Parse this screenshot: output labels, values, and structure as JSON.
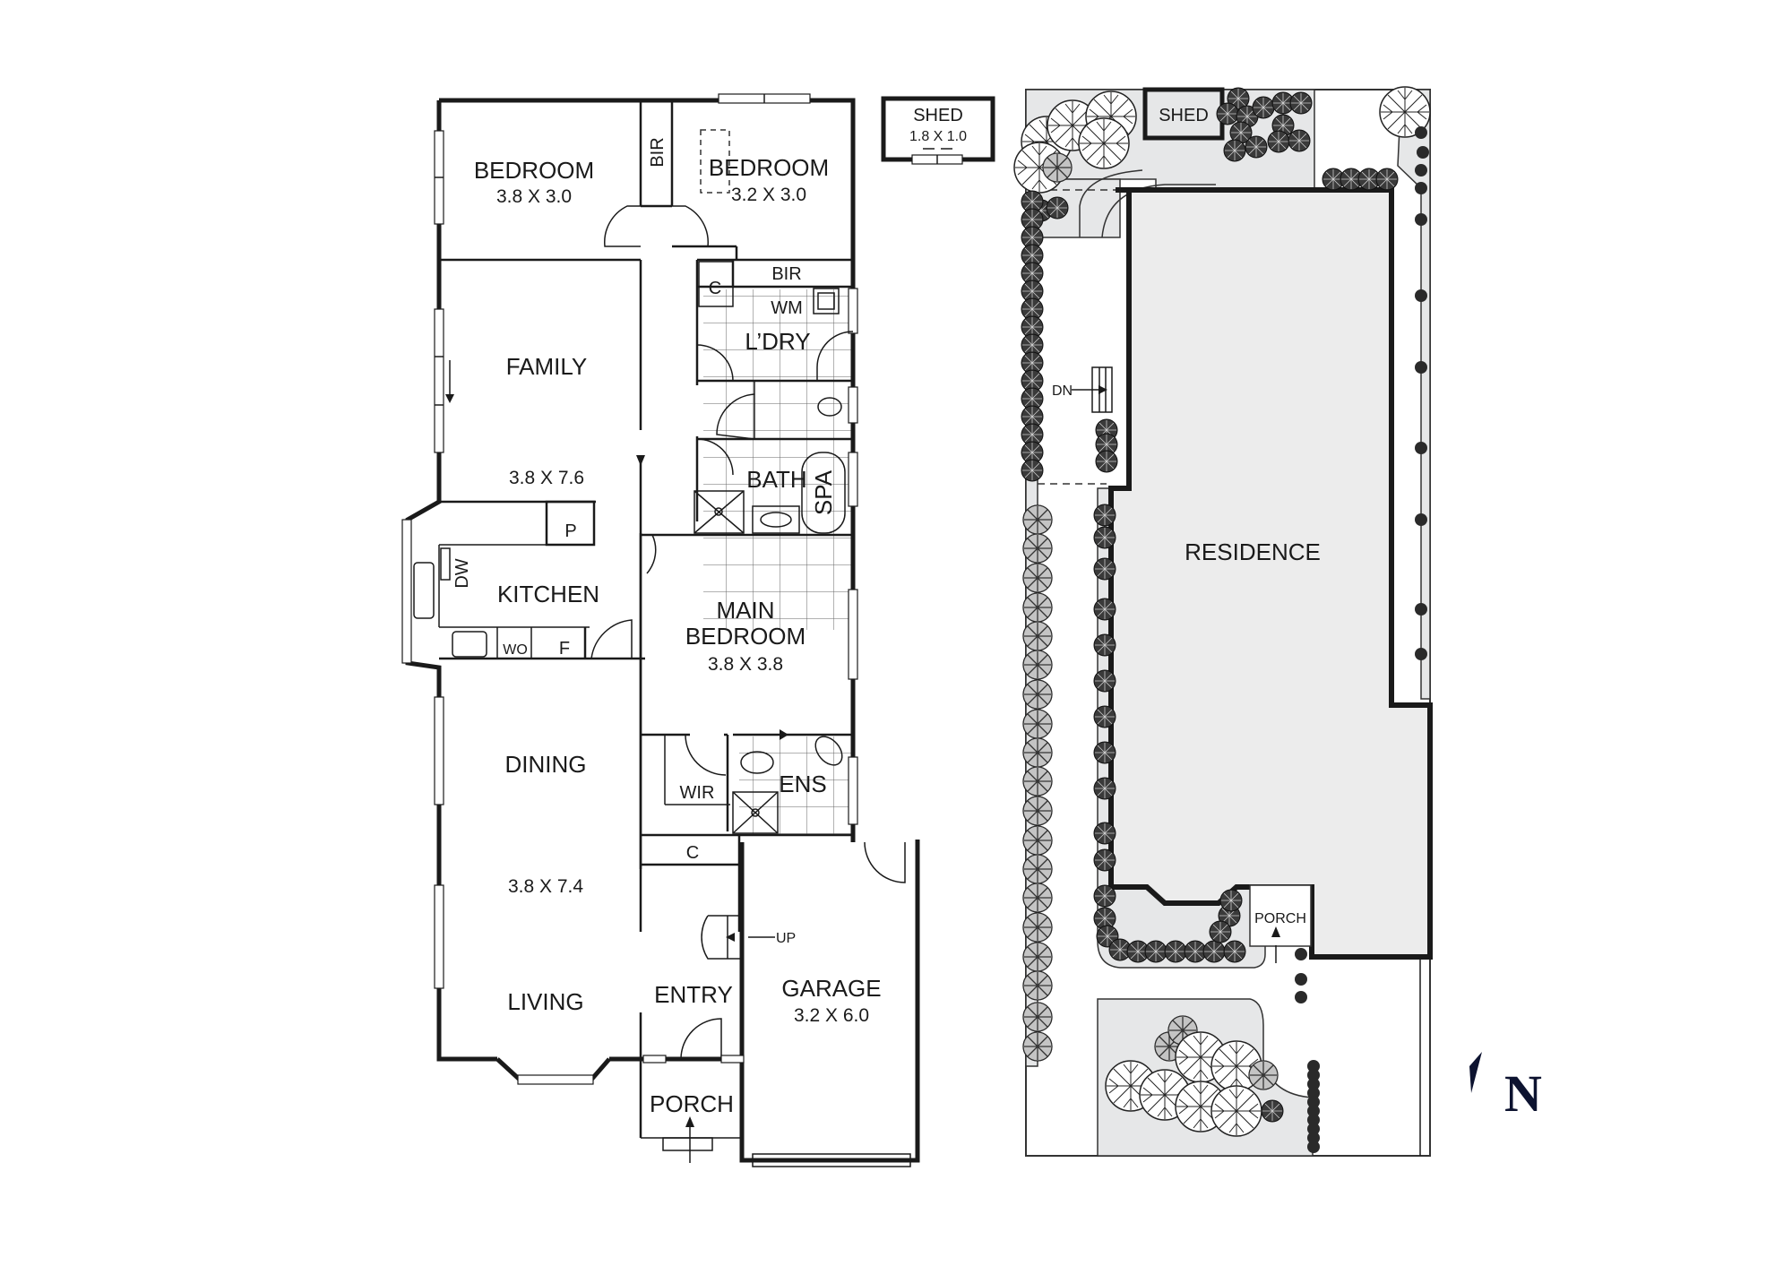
{
  "floor_plan": {
    "rooms": [
      {
        "id": "bedroom2",
        "name": "BEDROOM",
        "size": "3.8 X 3.0"
      },
      {
        "id": "bedroom3",
        "name": "BEDROOM",
        "size": "3.2 X 3.0"
      },
      {
        "id": "bir1",
        "name": "BIR"
      },
      {
        "id": "bir2",
        "name": "BIR"
      },
      {
        "id": "cupboard1",
        "name": "C"
      },
      {
        "id": "wm",
        "name": "WM"
      },
      {
        "id": "laundry",
        "name": "L’DRY"
      },
      {
        "id": "family",
        "name": "FAMILY",
        "size": "3.8 X 7.6"
      },
      {
        "id": "bath",
        "name": "BATH"
      },
      {
        "id": "spa",
        "name": "SPA"
      },
      {
        "id": "pantry",
        "name": "P"
      },
      {
        "id": "dw",
        "name": "DW"
      },
      {
        "id": "kitchen",
        "name": "KITCHEN"
      },
      {
        "id": "wo",
        "name": "WO"
      },
      {
        "id": "fridge",
        "name": "F"
      },
      {
        "id": "main_bedroom_l1",
        "name": "MAIN"
      },
      {
        "id": "main_bedroom_l2",
        "name": "BEDROOM",
        "size": "3.8 X 3.8"
      },
      {
        "id": "dining",
        "name": "DINING"
      },
      {
        "id": "dining_living_size",
        "name": "3.8 X 7.4"
      },
      {
        "id": "wir",
        "name": "WIR"
      },
      {
        "id": "ensuite",
        "name": "ENS"
      },
      {
        "id": "cupboard2",
        "name": "C"
      },
      {
        "id": "living",
        "name": "LIVING"
      },
      {
        "id": "entry",
        "name": "ENTRY"
      },
      {
        "id": "garage",
        "name": "GARAGE",
        "size": "3.2 X 6.0"
      },
      {
        "id": "porch",
        "name": "PORCH"
      }
    ],
    "annotations": {
      "up": "UP"
    }
  },
  "shed_plan": {
    "name": "SHED",
    "size": "1.8 X 1.0"
  },
  "site_plan": {
    "shed": "SHED",
    "residence": "RESIDENCE",
    "porch": "PORCH",
    "stairs_down": "DN"
  },
  "compass": {
    "label": "N",
    "color": "#0d1330"
  }
}
